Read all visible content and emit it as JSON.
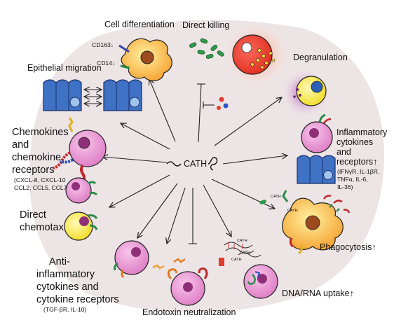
{
  "center_label": "CATH",
  "labels": {
    "cell_differentiation": "Cell differentiation",
    "cd163": "CD163↓",
    "cd14": "CD14↓",
    "direct_killing": "Direct killing",
    "degranulation": "Degranulation",
    "epithelial_migration": "Epithelial migration",
    "chemokines_line1": "Chemokines",
    "chemokines_line2": "and",
    "chemokines_line3": "chemokine",
    "chemokines_line4": "receptors",
    "chemokines_examples_line1": "(CXCL-8, CXCL-10",
    "chemokines_examples_line2": "CCL2, CCL5, CCL7)",
    "direct_chemotaxis_line1": "Direct",
    "direct_chemotaxis_line2": "chemotaxis",
    "anti_inflammatory_line1": "Anti-",
    "anti_inflammatory_line2": "inflammatory",
    "anti_inflammatory_line3": "cytokines and",
    "anti_inflammatory_line4": "cytokine receptors",
    "anti_inflammatory_examples": "(TGF-βR, IL-10)",
    "endotoxin_neutralization": "Endotoxin neutralization",
    "dna_rna_uptake": "DNA/RNA uptake↑",
    "phagocytosis": "Phagocytosis↑",
    "inflammatory_line1": "Inflammatory",
    "inflammatory_line2": "cytokines",
    "inflammatory_line3": "and",
    "inflammatory_line4": "receptors↑",
    "inflammatory_examples_line1": "(IFNγR, IL-1βR,",
    "inflammatory_examples_line2": "TNFα, IL-6,",
    "inflammatory_examples_line3": "IL-36)",
    "mini_cath_1": "CATH",
    "mini_cath_2": "CATH",
    "mini_cath_3": "CATH",
    "mini_cath_4": "CATH",
    "mini_cath_5": "CATH"
  },
  "colors": {
    "background_blob": "#ede4e6",
    "pink_cell": "#e98fd0",
    "pink_nucleus": "#8e2f78",
    "yellow_cell": "#f7ea2e",
    "orange_cell": "#f7a93a",
    "red_cell": "#ee3b29",
    "blue_epithelium": "#3f72c5",
    "arrow": "#222222"
  }
}
